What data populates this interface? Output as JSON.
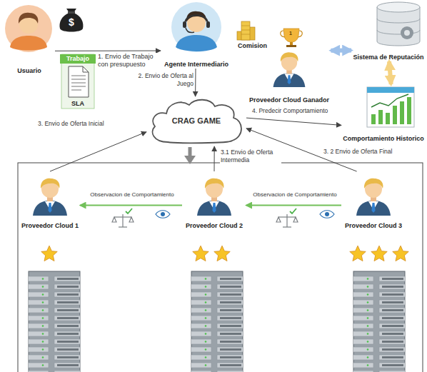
{
  "diagram": {
    "nodes": [
      {
        "text": [
          "Usuario"
        ]
      },
      {
        "text": [
          "Trabajo",
          "SLA"
        ]
      },
      {
        "text": [
          "Agente Intermediario"
        ]
      },
      {
        "text": [
          "Proveedor Cloud Ganador"
        ]
      },
      {
        "text": [
          "Sistema de Reputación"
        ]
      },
      {
        "text": [
          "CRAG GAME"
        ]
      },
      {
        "text": [
          "Comportamiento Historico"
        ]
      },
      {
        "text": [
          "Proveedor Cloud 1"
        ]
      },
      {
        "text": [
          "Proveedor Cloud 2"
        ]
      },
      {
        "text": [
          "Proveedor Cloud 3"
        ]
      }
    ],
    "edges": [
      {
        "from": 0,
        "to": 2,
        "label": "1. Envio de Trabajo con presupuesto",
        "arrow": "to"
      },
      {
        "from": 2,
        "to": 5,
        "label": "2. Envio de Oferta al Juego",
        "arrow": "to"
      },
      {
        "from": 3,
        "to": 4,
        "arrow": "both"
      },
      {
        "from": 4,
        "to": 6,
        "arrow": "both"
      },
      {
        "from": 5,
        "to": 6,
        "label": "4. Predecir Comportamiento",
        "arrow": "to"
      },
      {
        "from": 7,
        "to": 5,
        "label": "3. Envio de Oferta Inicial",
        "arrow": "to"
      },
      {
        "from": 8,
        "to": 5,
        "label": "3.1 Envio de Oferta Intermedia",
        "arrow": "to"
      },
      {
        "from": 8,
        "to": 7,
        "label": "Observacion de Comportamiento",
        "arrow": "to"
      },
      {
        "from": 9,
        "to": 8,
        "label": "Observacion de Comportamiento",
        "arrow": "to"
      },
      {
        "from": 9,
        "to": 5,
        "label": "3. 2 Envio de Oferta Final",
        "arrow": "to"
      }
    ],
    "labels": [
      "Comision",
      "$",
      "1"
    ]
  }
}
